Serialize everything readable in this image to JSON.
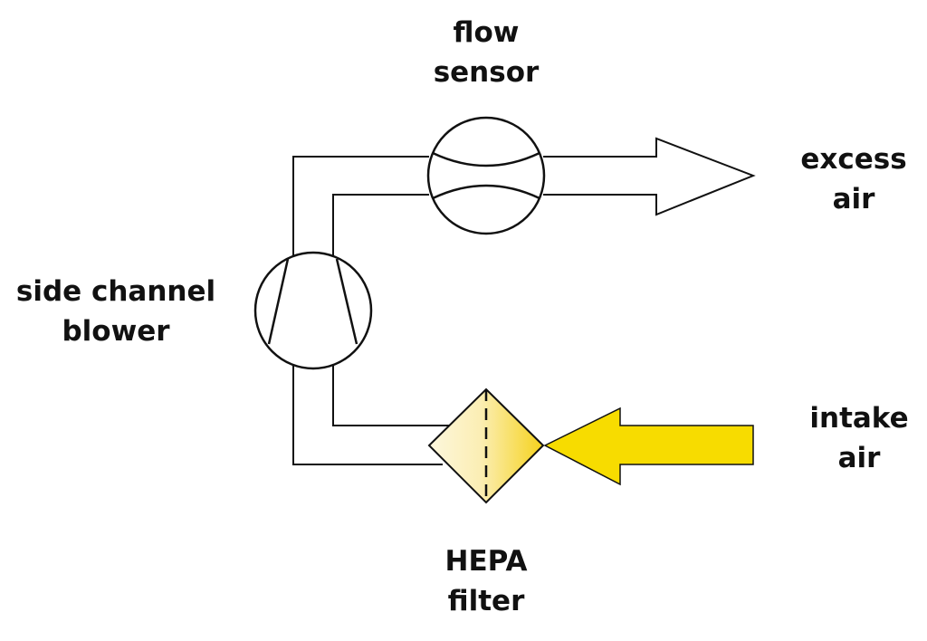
{
  "labels": {
    "flow_sensor": [
      "flow",
      "sensor"
    ],
    "excess_air": [
      "excess",
      "air"
    ],
    "side_channel_blower": [
      "side channel",
      "blower"
    ],
    "intake_air": [
      "intake",
      "air"
    ],
    "hepa_filter": [
      "HEPA",
      "filter"
    ]
  },
  "colors": {
    "line": "#111111",
    "intake_arrow": "#f7dc00",
    "filter_gradient_start": "#fdf7dd",
    "filter_gradient_end": "#f5d21c",
    "background": "#ffffff"
  },
  "icons": {
    "blower": "side-channel-blower-symbol",
    "sensor": "flow-sensor-symbol",
    "filter": "hepa-filter-symbol",
    "intake": "intake-arrow",
    "exhaust": "excess-air-arrow"
  }
}
